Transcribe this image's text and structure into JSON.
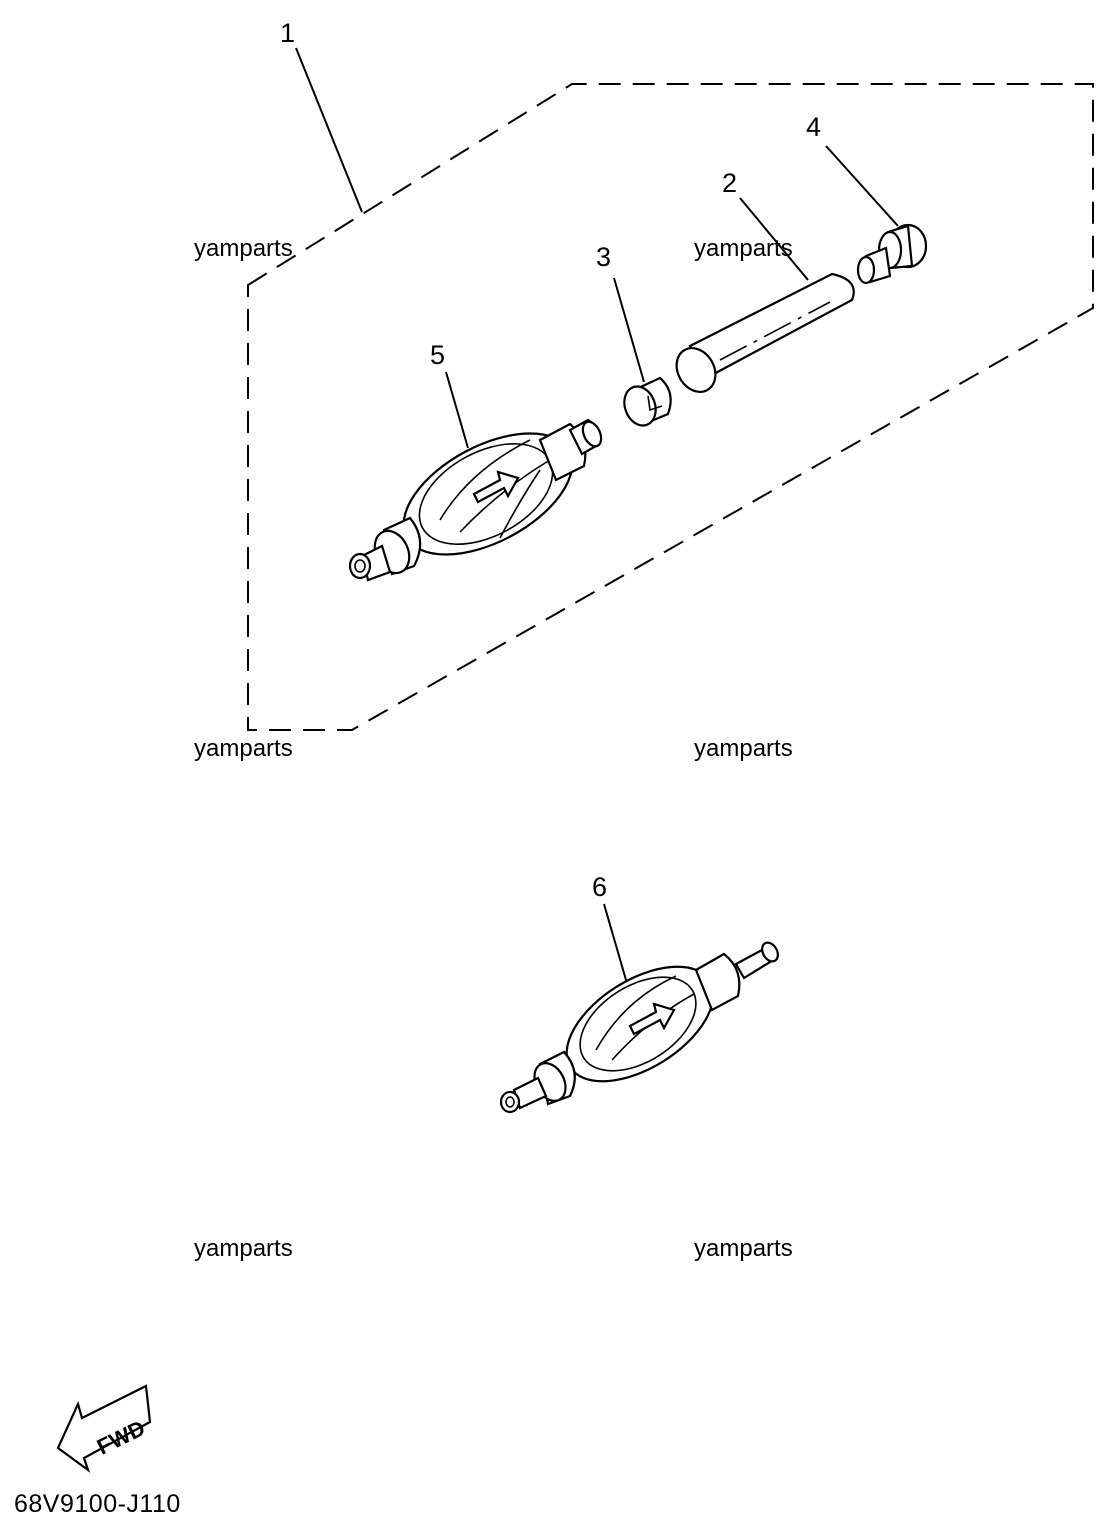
{
  "diagram": {
    "callouts": [
      "1",
      "2",
      "3",
      "4",
      "5",
      "6"
    ],
    "watermarks": [
      "yamparts",
      "yamparts",
      "yamparts",
      "yamparts",
      "yamparts",
      "yamparts"
    ],
    "direction_label": "FWD",
    "drawing_code": "68V9100-J110"
  }
}
